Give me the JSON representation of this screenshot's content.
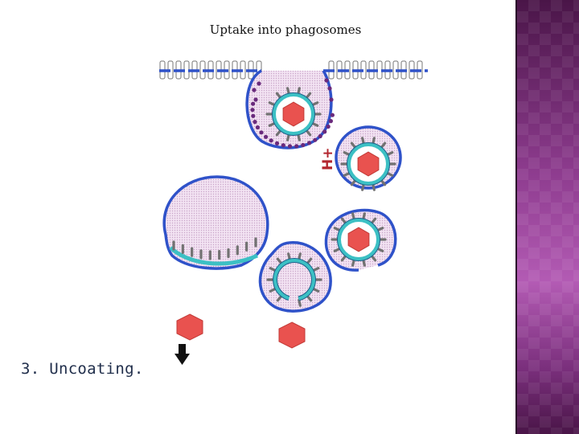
{
  "slide": {
    "diagram_title": "Uptake into phagosomes",
    "caption": "3. Uncoating.",
    "proton_label": "H+"
  },
  "colors": {
    "membrane": "#2f52c9",
    "vesicle_fill": "#ecd7ec",
    "capsid_ring": "#3cc0c4",
    "spike": "#727272",
    "virus_core": "#e9524f",
    "purple_dots": "#6a2a7c",
    "proton_label": "#b3262e",
    "side_panel": "#8e3c8f"
  },
  "icons": {
    "arrow": "down-arrow-icon",
    "virus": "hexagon-capsid-icon"
  }
}
